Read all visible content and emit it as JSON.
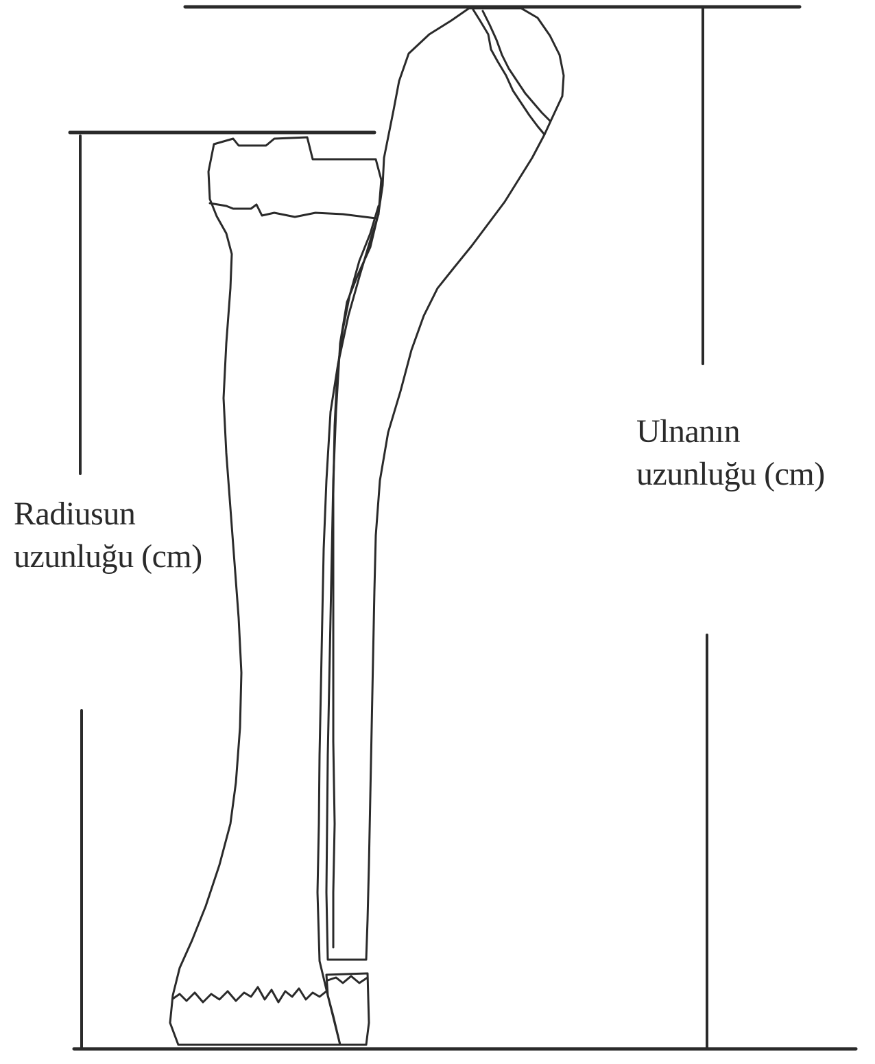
{
  "labels": {
    "radius": {
      "line1": "Radiusun",
      "line2": "uzunluğu (cm)"
    },
    "ulna": {
      "line1": "Ulnanın",
      "line2": "uzunluğu (cm)"
    }
  },
  "colors": {
    "ink": "#2a2a2a",
    "background": "#ffffff"
  }
}
